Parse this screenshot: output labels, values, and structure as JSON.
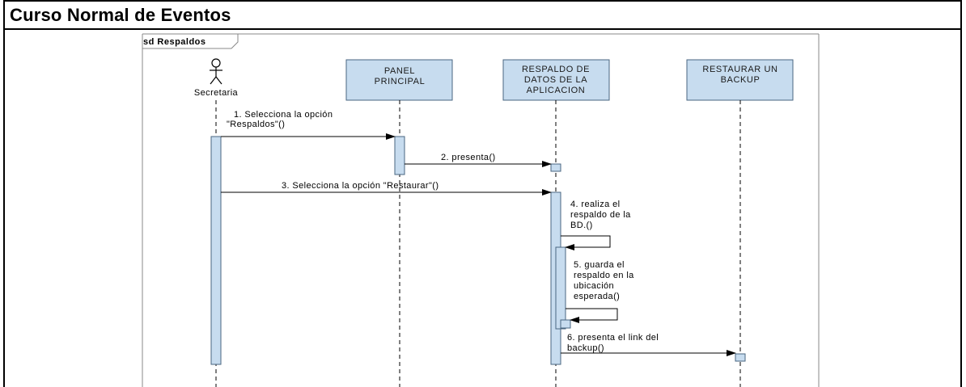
{
  "section": {
    "title": "Curso Normal de Eventos"
  },
  "diagram": {
    "frame_label": "sd Respaldos",
    "actor": {
      "name": "Secretaria"
    },
    "lifelines": [
      {
        "name_lines": [
          "PANEL",
          "PRINCIPAL"
        ]
      },
      {
        "name_lines": [
          "RESPALDO DE",
          "DATOS DE LA",
          "APLICACION"
        ]
      },
      {
        "name_lines": [
          "RESTAURAR UN",
          "BACKUP"
        ]
      }
    ],
    "messages": [
      {
        "lines": [
          "1. Selecciona la opción",
          "\"Respaldos\"()"
        ]
      },
      {
        "lines": [
          "2. presenta()"
        ]
      },
      {
        "lines": [
          "3. Selecciona la opción \"Restaurar\"()"
        ]
      },
      {
        "lines": [
          "4. realiza el",
          "respaldo de la",
          "BD.()"
        ]
      },
      {
        "lines": [
          "5. guarda el",
          "respaldo en la",
          "ubicación",
          "esperada()"
        ]
      },
      {
        "lines": [
          "6. presenta el link del",
          "backup()"
        ]
      }
    ]
  },
  "colors": {
    "box_fill": "#c7dcef",
    "box_stroke": "#4a6680",
    "activation_fill": "#c7dcef",
    "line": "#000000"
  }
}
